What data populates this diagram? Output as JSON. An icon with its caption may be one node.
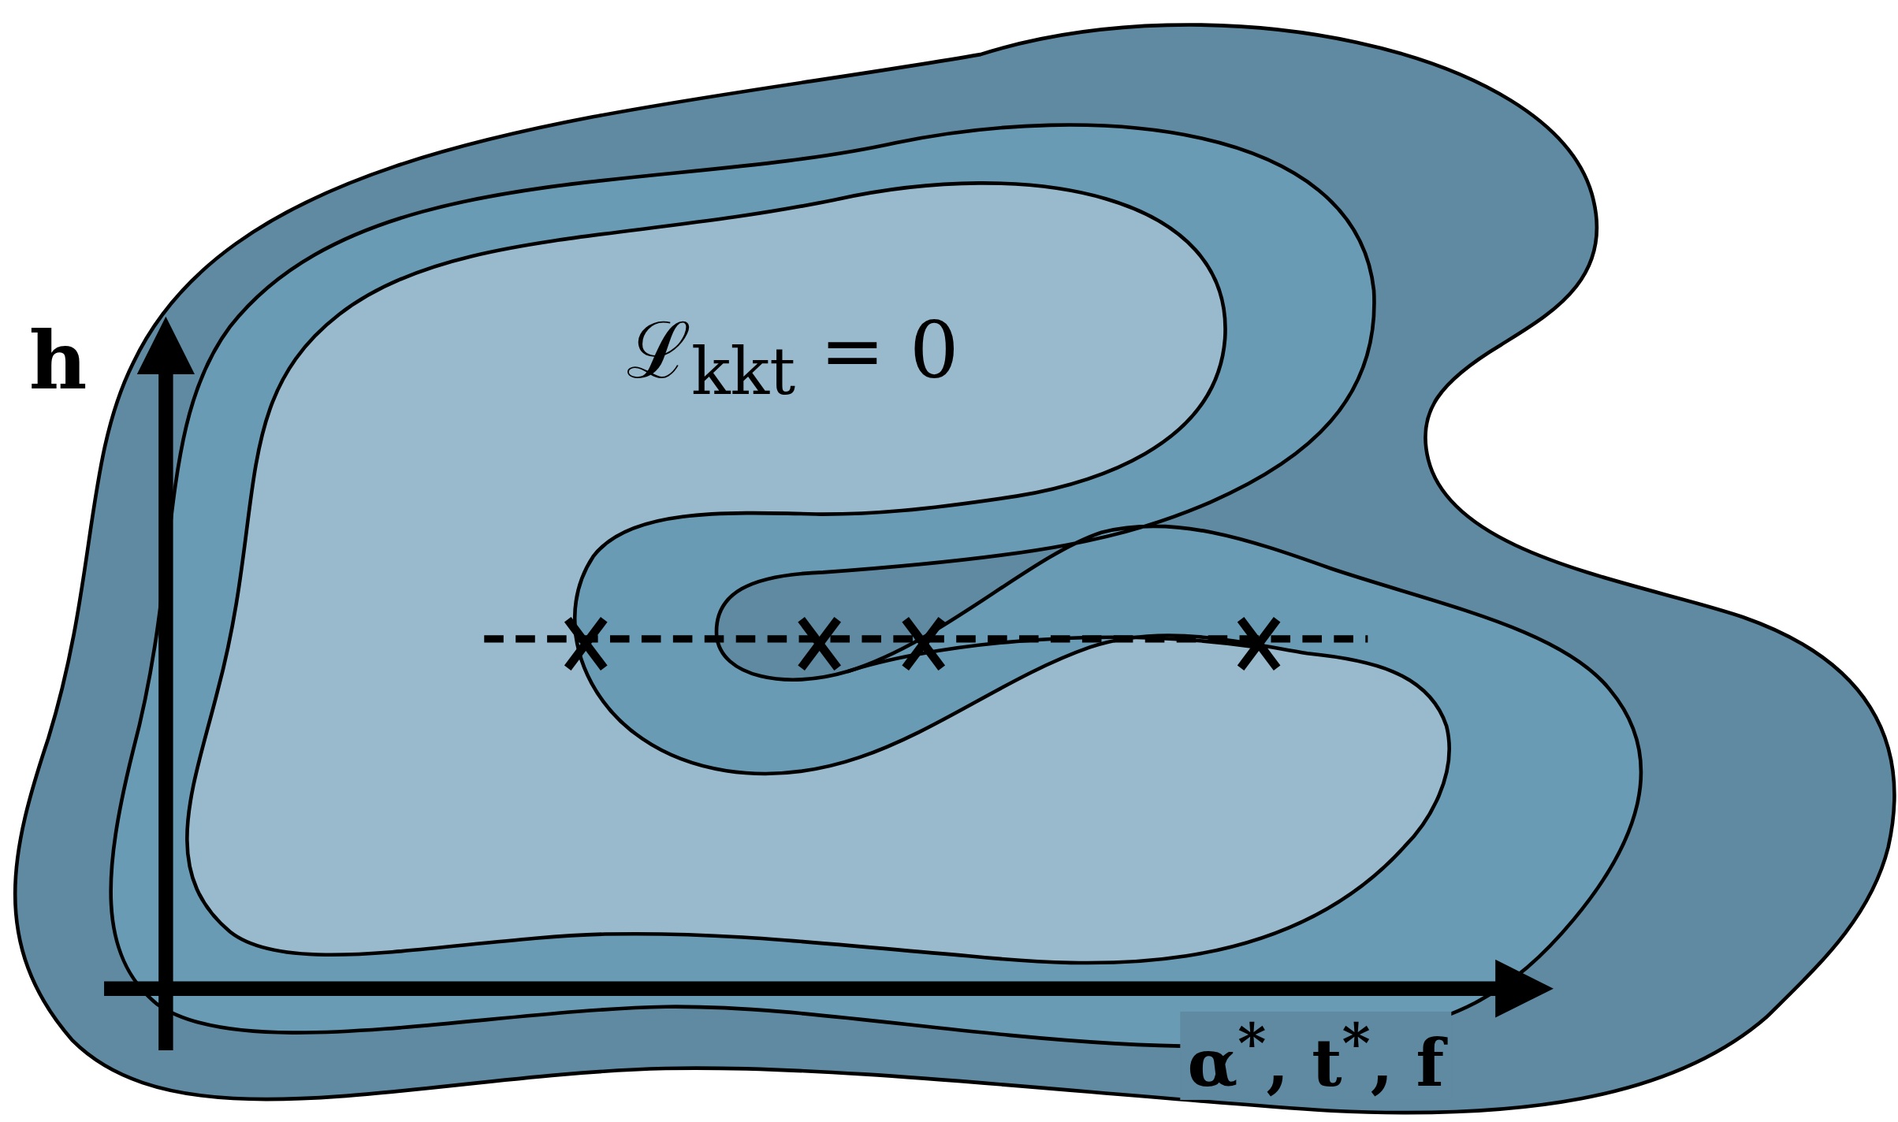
{
  "diagram": {
    "labels": [
      "h",
      "ℒ$_{kkt}$ = 0",
      "α$^{*}$, t$^{*}$, f"
    ]
  }
}
